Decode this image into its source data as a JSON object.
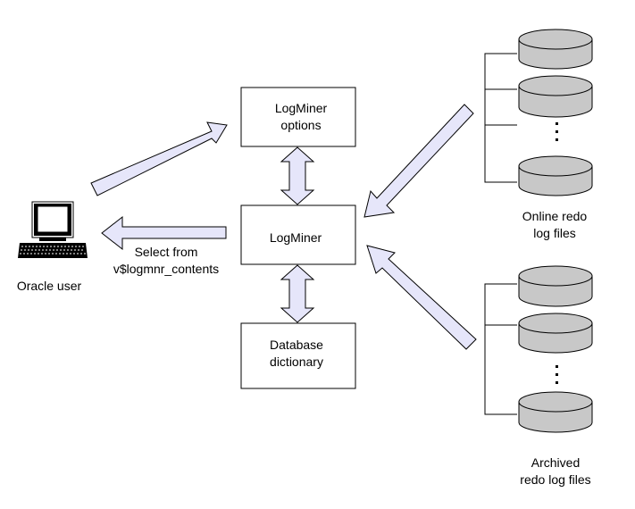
{
  "boxes": {
    "options": [
      "LogMiner",
      "options"
    ],
    "logminer": "LogMiner",
    "dictionary": [
      "Database",
      "dictionary"
    ]
  },
  "user": {
    "label": "Oracle user",
    "query": [
      "Select from",
      "v$logmnr_contents"
    ]
  },
  "online_logs": {
    "label": [
      "Online redo",
      "log files"
    ]
  },
  "archived_logs": {
    "label": [
      "Archived",
      "redo log files"
    ]
  },
  "colors": {
    "arrow_fill": "#e6e6fa",
    "disk_fill": "#c8c8c8"
  },
  "icons": [
    "computer-icon",
    "disk-icon"
  ]
}
